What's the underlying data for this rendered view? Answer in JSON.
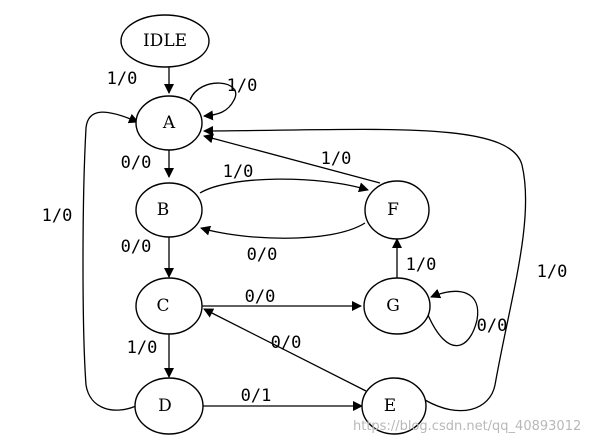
{
  "diagram": {
    "nodes": {
      "idle": "IDLE",
      "a": "A",
      "b": "B",
      "c": "C",
      "d": "D",
      "e": "E",
      "f": "F",
      "g": "G"
    },
    "edges": {
      "idle_a": "1/0",
      "a_a": "1/0",
      "a_b": "0/0",
      "b_c": "0/0",
      "c_d": "1/0",
      "d_a": "1/0",
      "b_f": "1/0",
      "f_b": "0/0",
      "f_a": "1/0",
      "c_g": "0/0",
      "g_f": "1/0",
      "g_g": "0/0",
      "e_c": "0/0",
      "d_e": "0/1",
      "e_a": "1/0"
    }
  },
  "watermark": "https://blog.csdn.net/qq_40893012"
}
